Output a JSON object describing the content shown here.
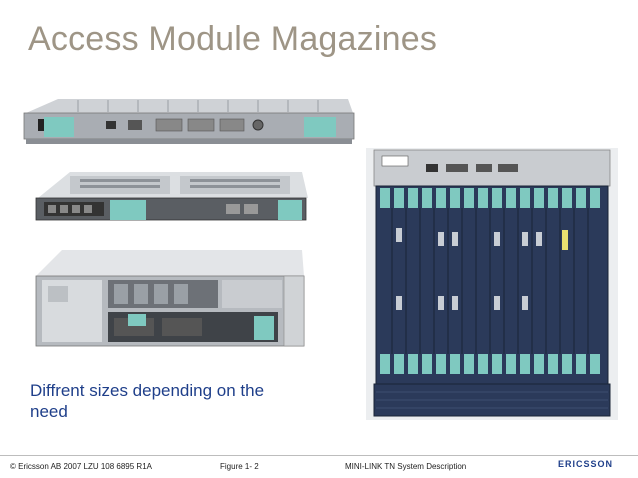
{
  "slide": {
    "title": "Access Module Magazines",
    "caption": "Diffrent sizes depending on the need"
  },
  "footer": {
    "copyright": "© Ericsson AB 2007   LZU 108 6895 R1A",
    "figure": "Figure 1-  2",
    "description": "MINI-LINK TN System Description",
    "logo": "ERICSSON"
  },
  "colors": {
    "title": "#9e9586",
    "caption": "#1f3f8a",
    "rack_blue": "#2b3a5a",
    "latch_teal": "#7fc9c0"
  },
  "images": [
    {
      "name": "small-magazine-image",
      "description": "1U rack unit, front view"
    },
    {
      "name": "medium-magazine-image",
      "description": "1U unit with open top"
    },
    {
      "name": "large-magazine-image",
      "description": "3U unit with open housing"
    },
    {
      "name": "full-rack-magazine-image",
      "description": "full-size blue card rack"
    }
  ]
}
